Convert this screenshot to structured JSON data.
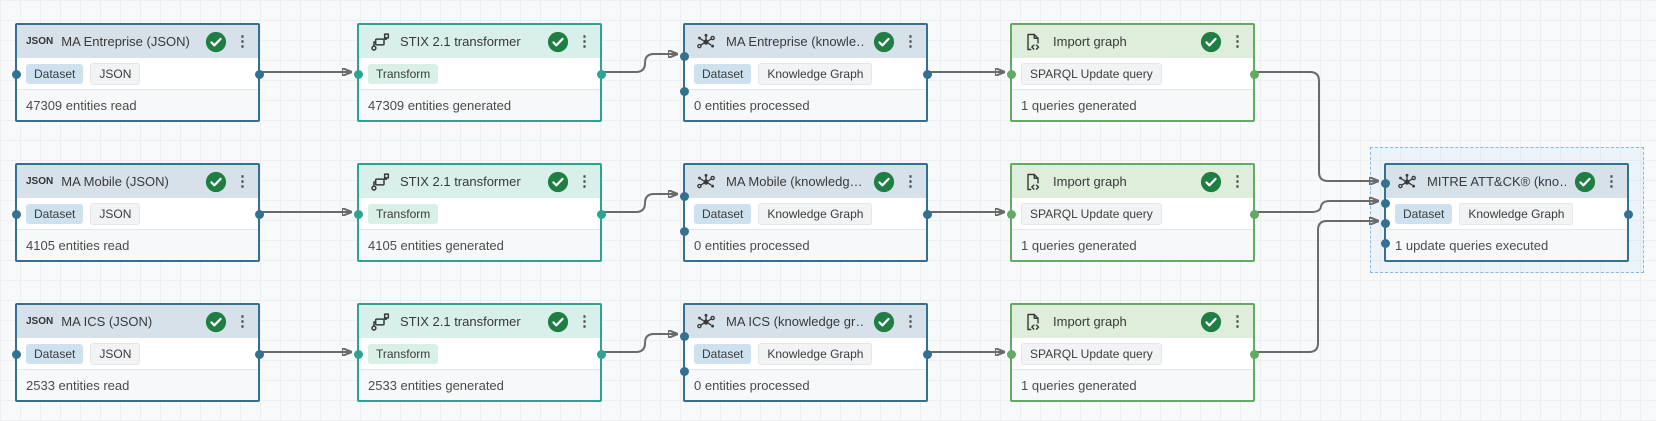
{
  "canvas": {
    "kind": "pipeline-graph-editor"
  },
  "icons": {
    "json_label": "JSON"
  },
  "colors": {
    "canvas_bg": "#f8f9fa",
    "grid_line": "#edeff1",
    "blue_border": "#34708f",
    "blue_header": "#d6e1ea",
    "teal_border": "#2da391",
    "teal_header": "#d9efe9",
    "green_border": "#63aa64",
    "green_header": "#deeeda",
    "chip_blue": "#cde1ef",
    "chip_gray": "#f2f3f4",
    "chip_mint": "#d9f0e6",
    "success": "#1e7e43",
    "edge": "#6a6a6a",
    "arrow": "#111111",
    "selection_border": "#8cb8da",
    "selection_fill": "rgba(190,221,243,0.20)",
    "status_bg": "#f7f8f9",
    "divider": "#e4e6e8",
    "muted": "#4b4b4b"
  },
  "nodes": [
    {
      "title": "MA Entreprise (JSON)",
      "tags": [
        "Dataset",
        "JSON"
      ],
      "status": "47309 entities read"
    },
    {
      "title": "STIX 2.1 transformer",
      "tags": [
        "Transform"
      ],
      "status": "47309 entities generated"
    },
    {
      "title": "MA Entreprise (knowle…",
      "tags": [
        "Dataset",
        "Knowledge Graph"
      ],
      "status": "0 entities processed"
    },
    {
      "title": "Import graph",
      "tags": [
        "SPARQL Update query"
      ],
      "status": "1 queries generated"
    },
    {
      "title": "MA Mobile (JSON)",
      "tags": [
        "Dataset",
        "JSON"
      ],
      "status": "4105 entities read"
    },
    {
      "title": "STIX 2.1 transformer",
      "tags": [
        "Transform"
      ],
      "status": "4105 entities generated"
    },
    {
      "title": "MA Mobile (knowledg…",
      "tags": [
        "Dataset",
        "Knowledge Graph"
      ],
      "status": "0 entities processed"
    },
    {
      "title": "Import graph",
      "tags": [
        "SPARQL Update query"
      ],
      "status": "1 queries generated"
    },
    {
      "title": "MA ICS (JSON)",
      "tags": [
        "Dataset",
        "JSON"
      ],
      "status": "2533 entities read"
    },
    {
      "title": "STIX 2.1 transformer",
      "tags": [
        "Transform"
      ],
      "status": "2533 entities generated"
    },
    {
      "title": "MA ICS (knowledge gr…",
      "tags": [
        "Dataset",
        "Knowledge Graph"
      ],
      "status": "0 entities processed"
    },
    {
      "title": "Import graph",
      "tags": [
        "SPARQL Update query"
      ],
      "status": "1 queries generated"
    },
    {
      "title": "MITRE ATT&CK® (kno…",
      "tags": [
        "Dataset",
        "Knowledge Graph"
      ],
      "status": "1 update queries executed",
      "selected": true
    }
  ]
}
